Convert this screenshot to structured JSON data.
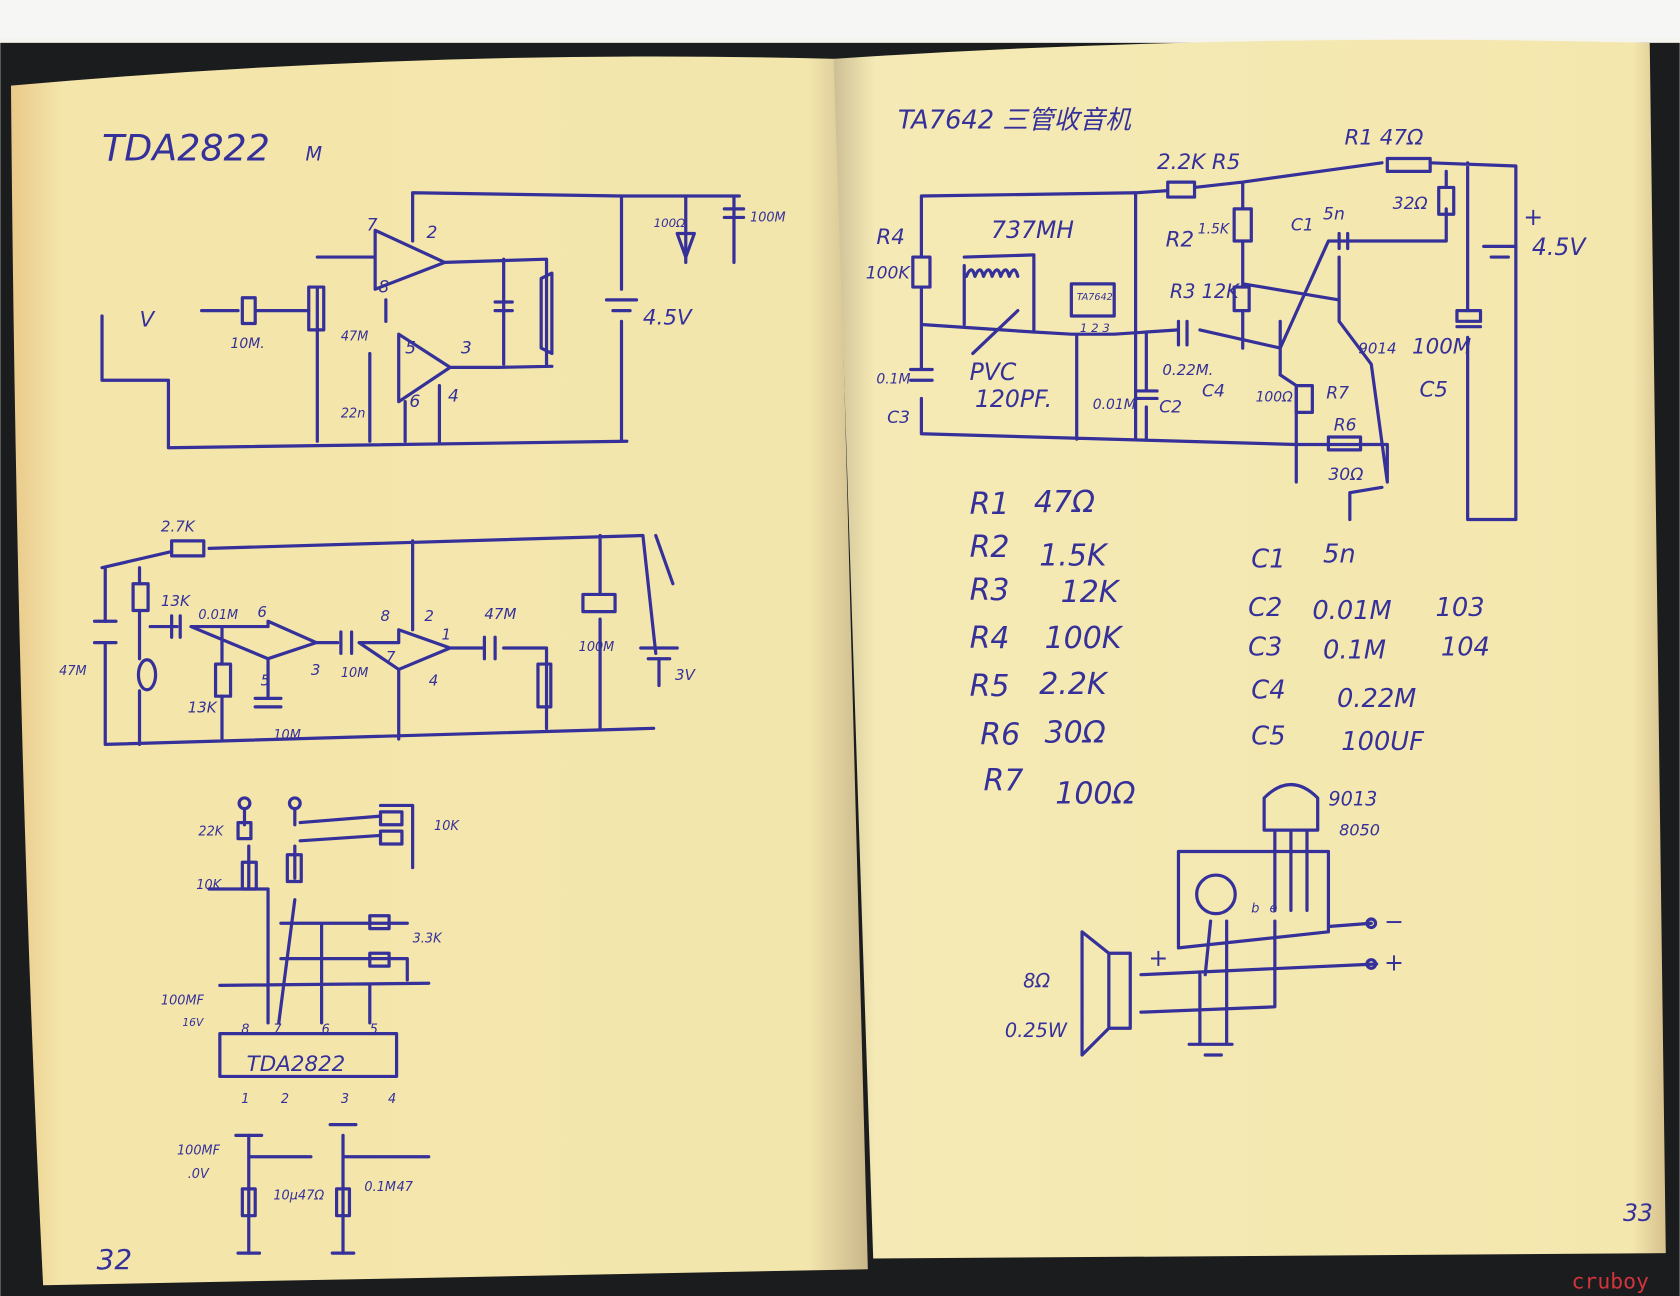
{
  "left_page": {
    "page_number": "32",
    "circuit1": {
      "title": "TDA2822",
      "title_suffix": "M",
      "labels": [
        "7",
        "2",
        "8",
        "5",
        "3",
        "6",
        "4",
        "10M.",
        "47M",
        "22n",
        "100Ω",
        "100M",
        "4.5V",
        "V"
      ]
    },
    "circuit2": {
      "labels": [
        "2.7K",
        "13K",
        "0.01M",
        "6",
        "5",
        "3",
        "47M",
        "13K",
        "10M",
        "10M",
        "8",
        "2",
        "7",
        "1",
        "4",
        "47M",
        "100M",
        "3V"
      ]
    },
    "circuit3": {
      "chip": "TDA2822",
      "labels": [
        "22K",
        "10K",
        "10K",
        "3.3K",
        "100MF",
        "16V",
        "8",
        "7",
        "6",
        "5",
        "1",
        "2",
        "3",
        "4",
        "100MF",
        ".0V",
        "10μ",
        "47Ω",
        "0.1M",
        "47"
      ]
    }
  },
  "right_page": {
    "page_number": "33",
    "title": "TA7642 三管收音机",
    "schematic_labels": [
      "R1 47Ω",
      "2.2K R5",
      "R4",
      "100K",
      "737MH",
      "R2",
      "1.5K",
      "C1",
      "5n",
      "32Ω",
      "+",
      "4.5V",
      "R3 12K",
      "TA7642",
      "1 2 3",
      "0.1M",
      "C3",
      "PVC",
      "120PF.",
      "0.01M",
      "C2",
      "0.22M.",
      "C4",
      "100Ω",
      "R7",
      "9014",
      "100M",
      "C5",
      "R6",
      "30Ω"
    ],
    "parts_list": {
      "resistors": [
        {
          "ref": "R1",
          "value": "47Ω"
        },
        {
          "ref": "R2",
          "value": "1.5K"
        },
        {
          "ref": "R3",
          "value": "12K"
        },
        {
          "ref": "R4",
          "value": "100K"
        },
        {
          "ref": "R5",
          "value": "2.2K"
        },
        {
          "ref": "R6",
          "value": "30Ω"
        },
        {
          "ref": "R7",
          "value": "100Ω"
        }
      ],
      "capacitors": [
        {
          "ref": "C1",
          "value": "5n",
          "code": ""
        },
        {
          "ref": "C2",
          "value": "0.01M",
          "code": "103"
        },
        {
          "ref": "C3",
          "value": "0.1M",
          "code": "104"
        },
        {
          "ref": "C4",
          "value": "0.22M",
          "code": ""
        },
        {
          "ref": "C5",
          "value": "100UF",
          "code": ""
        }
      ]
    },
    "amp": {
      "labels": [
        "9013",
        "8050",
        "8Ω",
        "0.25W",
        "+",
        "−",
        "+",
        "b",
        "e"
      ]
    }
  },
  "watermark": "cruboy",
  "colors": {
    "ink": "#35309a",
    "paper": "#f3e7ab",
    "watermark": "#d0343c"
  }
}
